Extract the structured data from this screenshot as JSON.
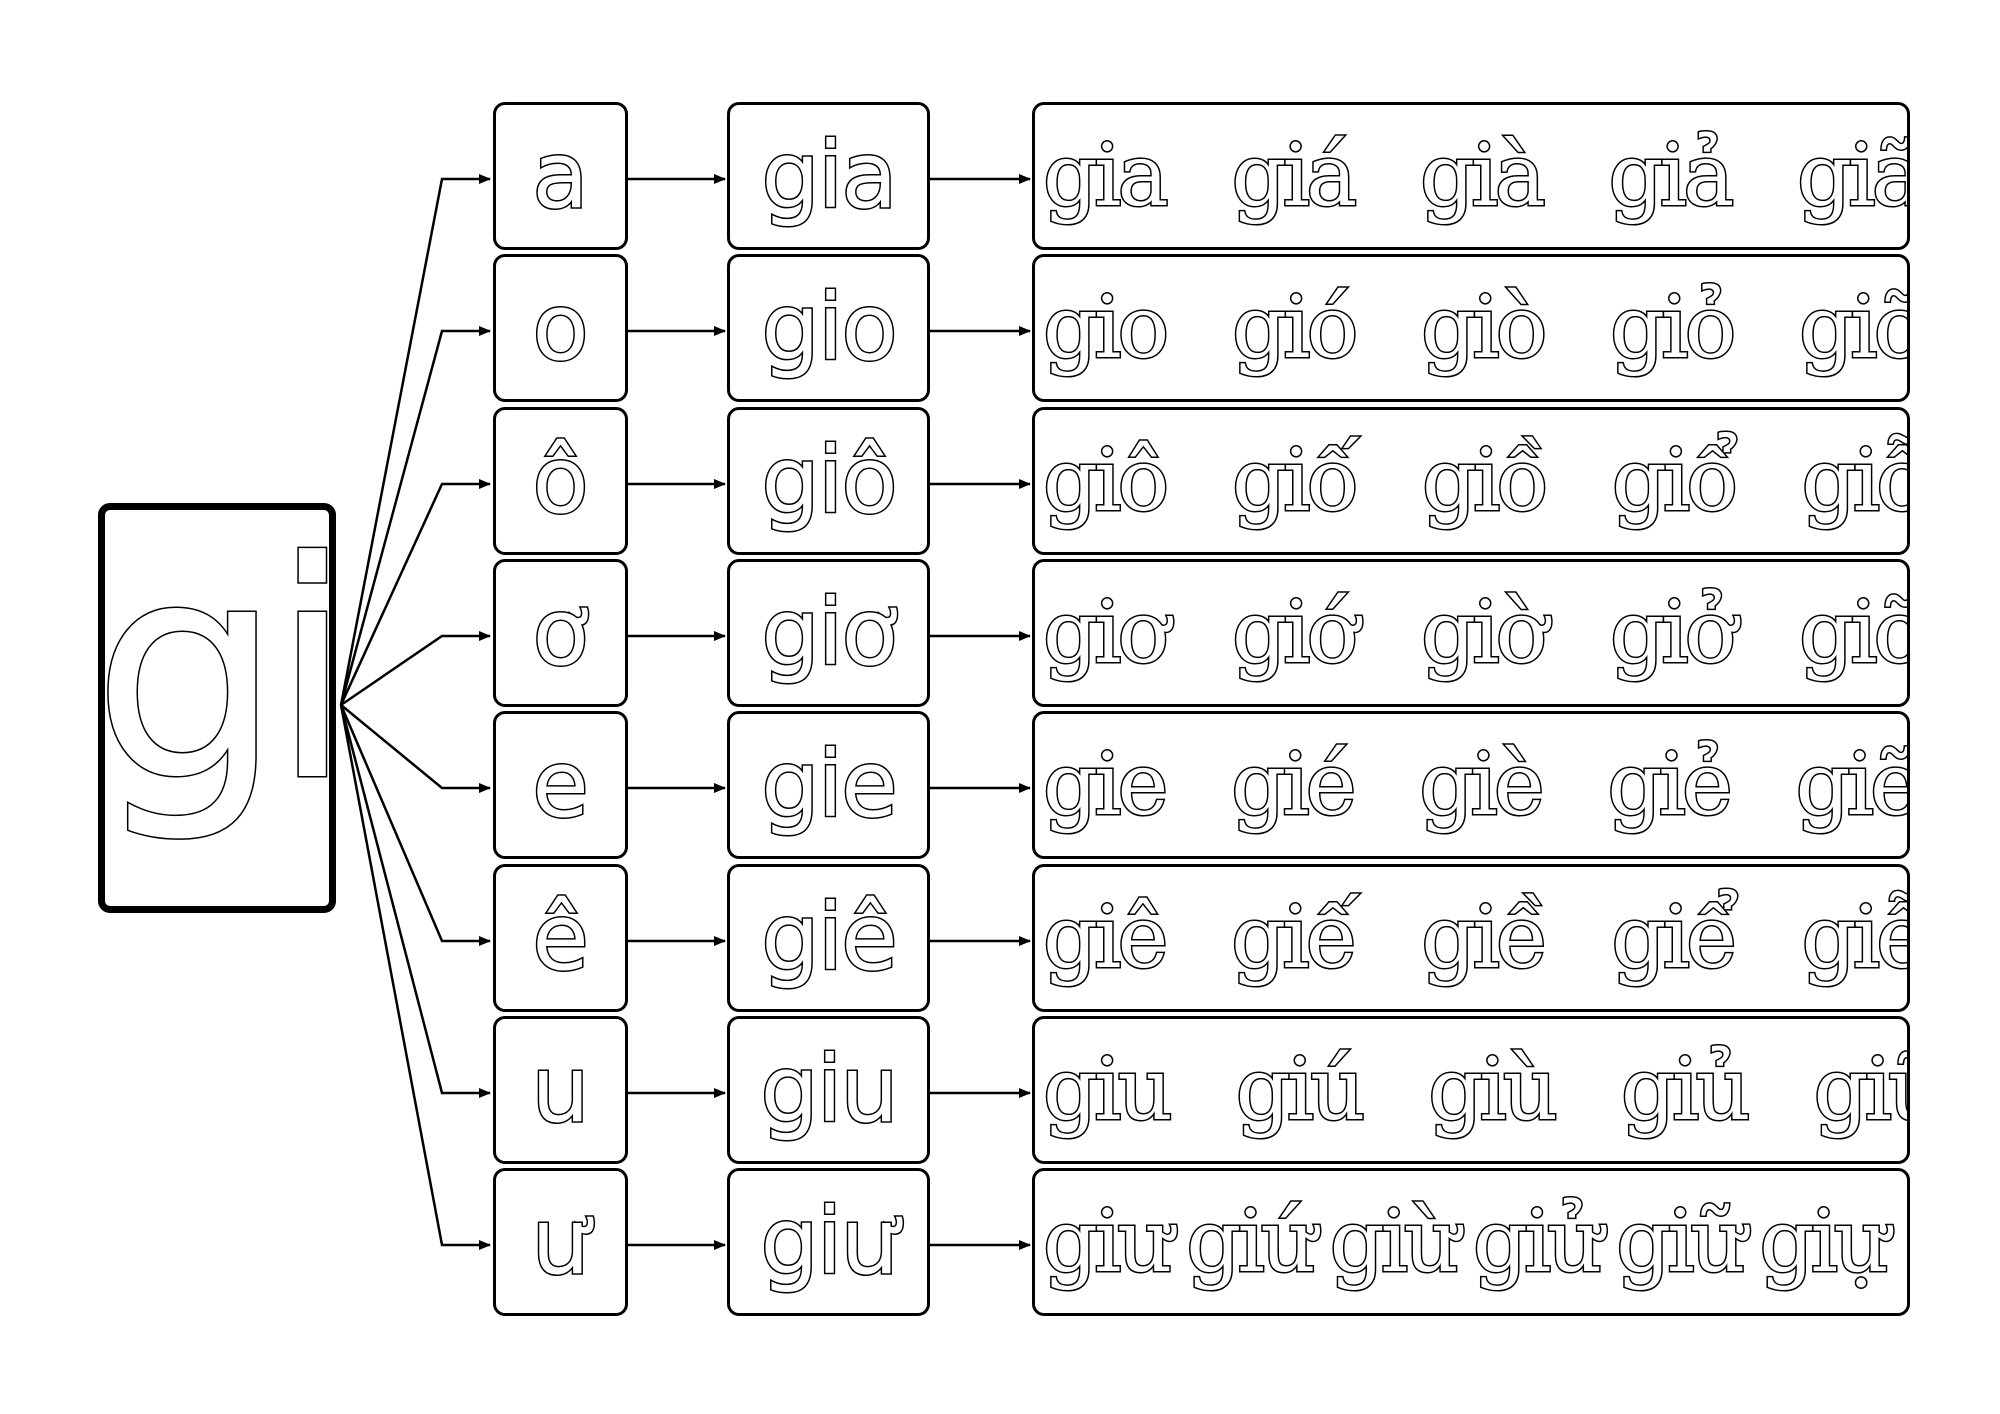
{
  "root": {
    "label": "gi"
  },
  "rows": [
    {
      "vowel": "a",
      "combo": "gia",
      "tones": "gia  giá  già  giả  giã  giạ"
    },
    {
      "vowel": "o",
      "combo": "gio",
      "tones": "gio  gió  giò  giỏ  giõ  giọ"
    },
    {
      "vowel": "ô",
      "combo": "giô",
      "tones": "giô  giố  giồ  giổ  giỗ  giộ"
    },
    {
      "vowel": "ơ",
      "combo": "giơ",
      "tones": "giơ  giớ  giờ  giở  giỡ  giợ"
    },
    {
      "vowel": "e",
      "combo": "gie",
      "tones": "gie  gié  giè  giẻ  giẽ  giẹ"
    },
    {
      "vowel": "ê",
      "combo": "giê",
      "tones": "giê  giế  giề  giể  giễ  giệ"
    },
    {
      "vowel": "u",
      "combo": "giu",
      "tones": "giu  giú  giù  giủ  giũ  giụ"
    },
    {
      "vowel": "ư",
      "combo": "giư",
      "tones": "giư giứ giừ giử giữ giự"
    }
  ]
}
